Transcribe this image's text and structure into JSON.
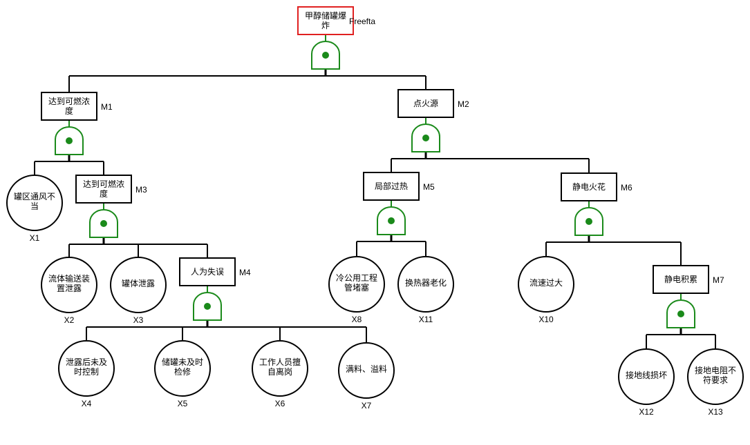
{
  "diagram": {
    "type": "fault-tree",
    "tool_label": "Freefta",
    "colors": {
      "top_event_border": "#e02020",
      "gate": "#1a8a1a",
      "line": "#000000"
    },
    "top_event": {
      "id": "top",
      "lines": [
        "甲醇储罐爆",
        "炸"
      ],
      "gate": "AND"
    },
    "intermediate_events": [
      {
        "id": "M1",
        "code": "M1",
        "lines": [
          "达到可燃浓",
          "度"
        ],
        "parent": "top",
        "gate": "AND"
      },
      {
        "id": "M2",
        "code": "M2",
        "lines": [
          "点火源"
        ],
        "parent": "top",
        "gate": "AND"
      },
      {
        "id": "M3",
        "code": "M3",
        "lines": [
          "达到可燃浓",
          "度"
        ],
        "parent": "M1",
        "gate": "AND"
      },
      {
        "id": "M4",
        "code": "M4",
        "lines": [
          "人为失误"
        ],
        "parent": "M3",
        "gate": "AND"
      },
      {
        "id": "M5",
        "code": "M5",
        "lines": [
          "局部过热"
        ],
        "parent": "M2",
        "gate": "AND"
      },
      {
        "id": "M6",
        "code": "M6",
        "lines": [
          "静电火花"
        ],
        "parent": "M2",
        "gate": "AND"
      },
      {
        "id": "M7",
        "code": "M7",
        "lines": [
          "静电积累"
        ],
        "parent": "M6",
        "gate": "AND"
      }
    ],
    "basic_events": [
      {
        "id": "X1",
        "code": "X1",
        "lines": [
          "罐区通风不",
          "当"
        ],
        "parent": "M1"
      },
      {
        "id": "X2",
        "code": "X2",
        "lines": [
          "流体输送装",
          "置泄露"
        ],
        "parent": "M3"
      },
      {
        "id": "X3",
        "code": "X3",
        "lines": [
          "罐体泄露"
        ],
        "parent": "M3"
      },
      {
        "id": "X4",
        "code": "X4",
        "lines": [
          "泄露后未及",
          "时控制"
        ],
        "parent": "M4"
      },
      {
        "id": "X5",
        "code": "X5",
        "lines": [
          "储罐未及时",
          "检修"
        ],
        "parent": "M4"
      },
      {
        "id": "X6",
        "code": "X6",
        "lines": [
          "工作人员擅",
          "自离岗"
        ],
        "parent": "M4"
      },
      {
        "id": "X7",
        "code": "X7",
        "lines": [
          "满料、溢料"
        ],
        "parent": "M4"
      },
      {
        "id": "X8",
        "code": "X8",
        "lines": [
          "冷公用工程",
          "管堵塞"
        ],
        "parent": "M5"
      },
      {
        "id": "X11",
        "code": "X11",
        "lines": [
          "换热器老化"
        ],
        "parent": "M5"
      },
      {
        "id": "X10",
        "code": "X10",
        "lines": [
          "流速过大"
        ],
        "parent": "M6"
      },
      {
        "id": "X12",
        "code": "X12",
        "lines": [
          "接地线损坏"
        ],
        "parent": "M7"
      },
      {
        "id": "X13",
        "code": "X13",
        "lines": [
          "接地电阻不",
          "符要求"
        ],
        "parent": "M7"
      }
    ]
  }
}
